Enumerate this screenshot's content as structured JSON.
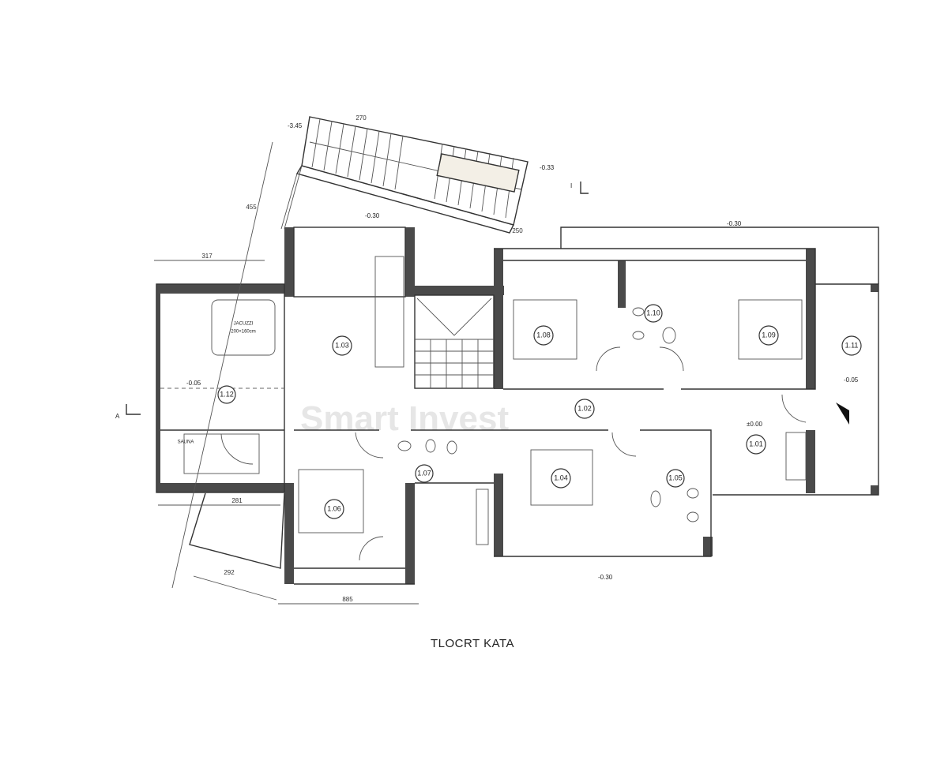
{
  "title": "TLOCRT KATA",
  "watermark": "Smart Invest",
  "rooms": {
    "r101": "1.01",
    "r102": "1.02",
    "r103": "1.03",
    "r104": "1.04",
    "r105": "1.05",
    "r106": "1.06",
    "r107": "1.07",
    "r108": "1.08",
    "r109": "1.09",
    "r110": "1.10",
    "r111": "1.11",
    "r112": "1.12"
  },
  "fixtures": {
    "jacuzzi": "JACUZZI",
    "jacuzzi_size": "200×160cm",
    "sauna": "SAUNA"
  },
  "dimensions": {
    "d317": "317",
    "d270": "270",
    "d455": "455",
    "d281": "281",
    "d292": "292",
    "d885": "885",
    "d250": "250"
  },
  "levels": {
    "l1": "-3.45",
    "l2": "-0.33",
    "l3": "-0.30",
    "l4": "-0.30",
    "l5": "-0.05",
    "l6": "±0.00",
    "l7": "-0.05",
    "l8": "-0.30"
  },
  "section_marks": {
    "a": "A",
    "b": "I"
  }
}
